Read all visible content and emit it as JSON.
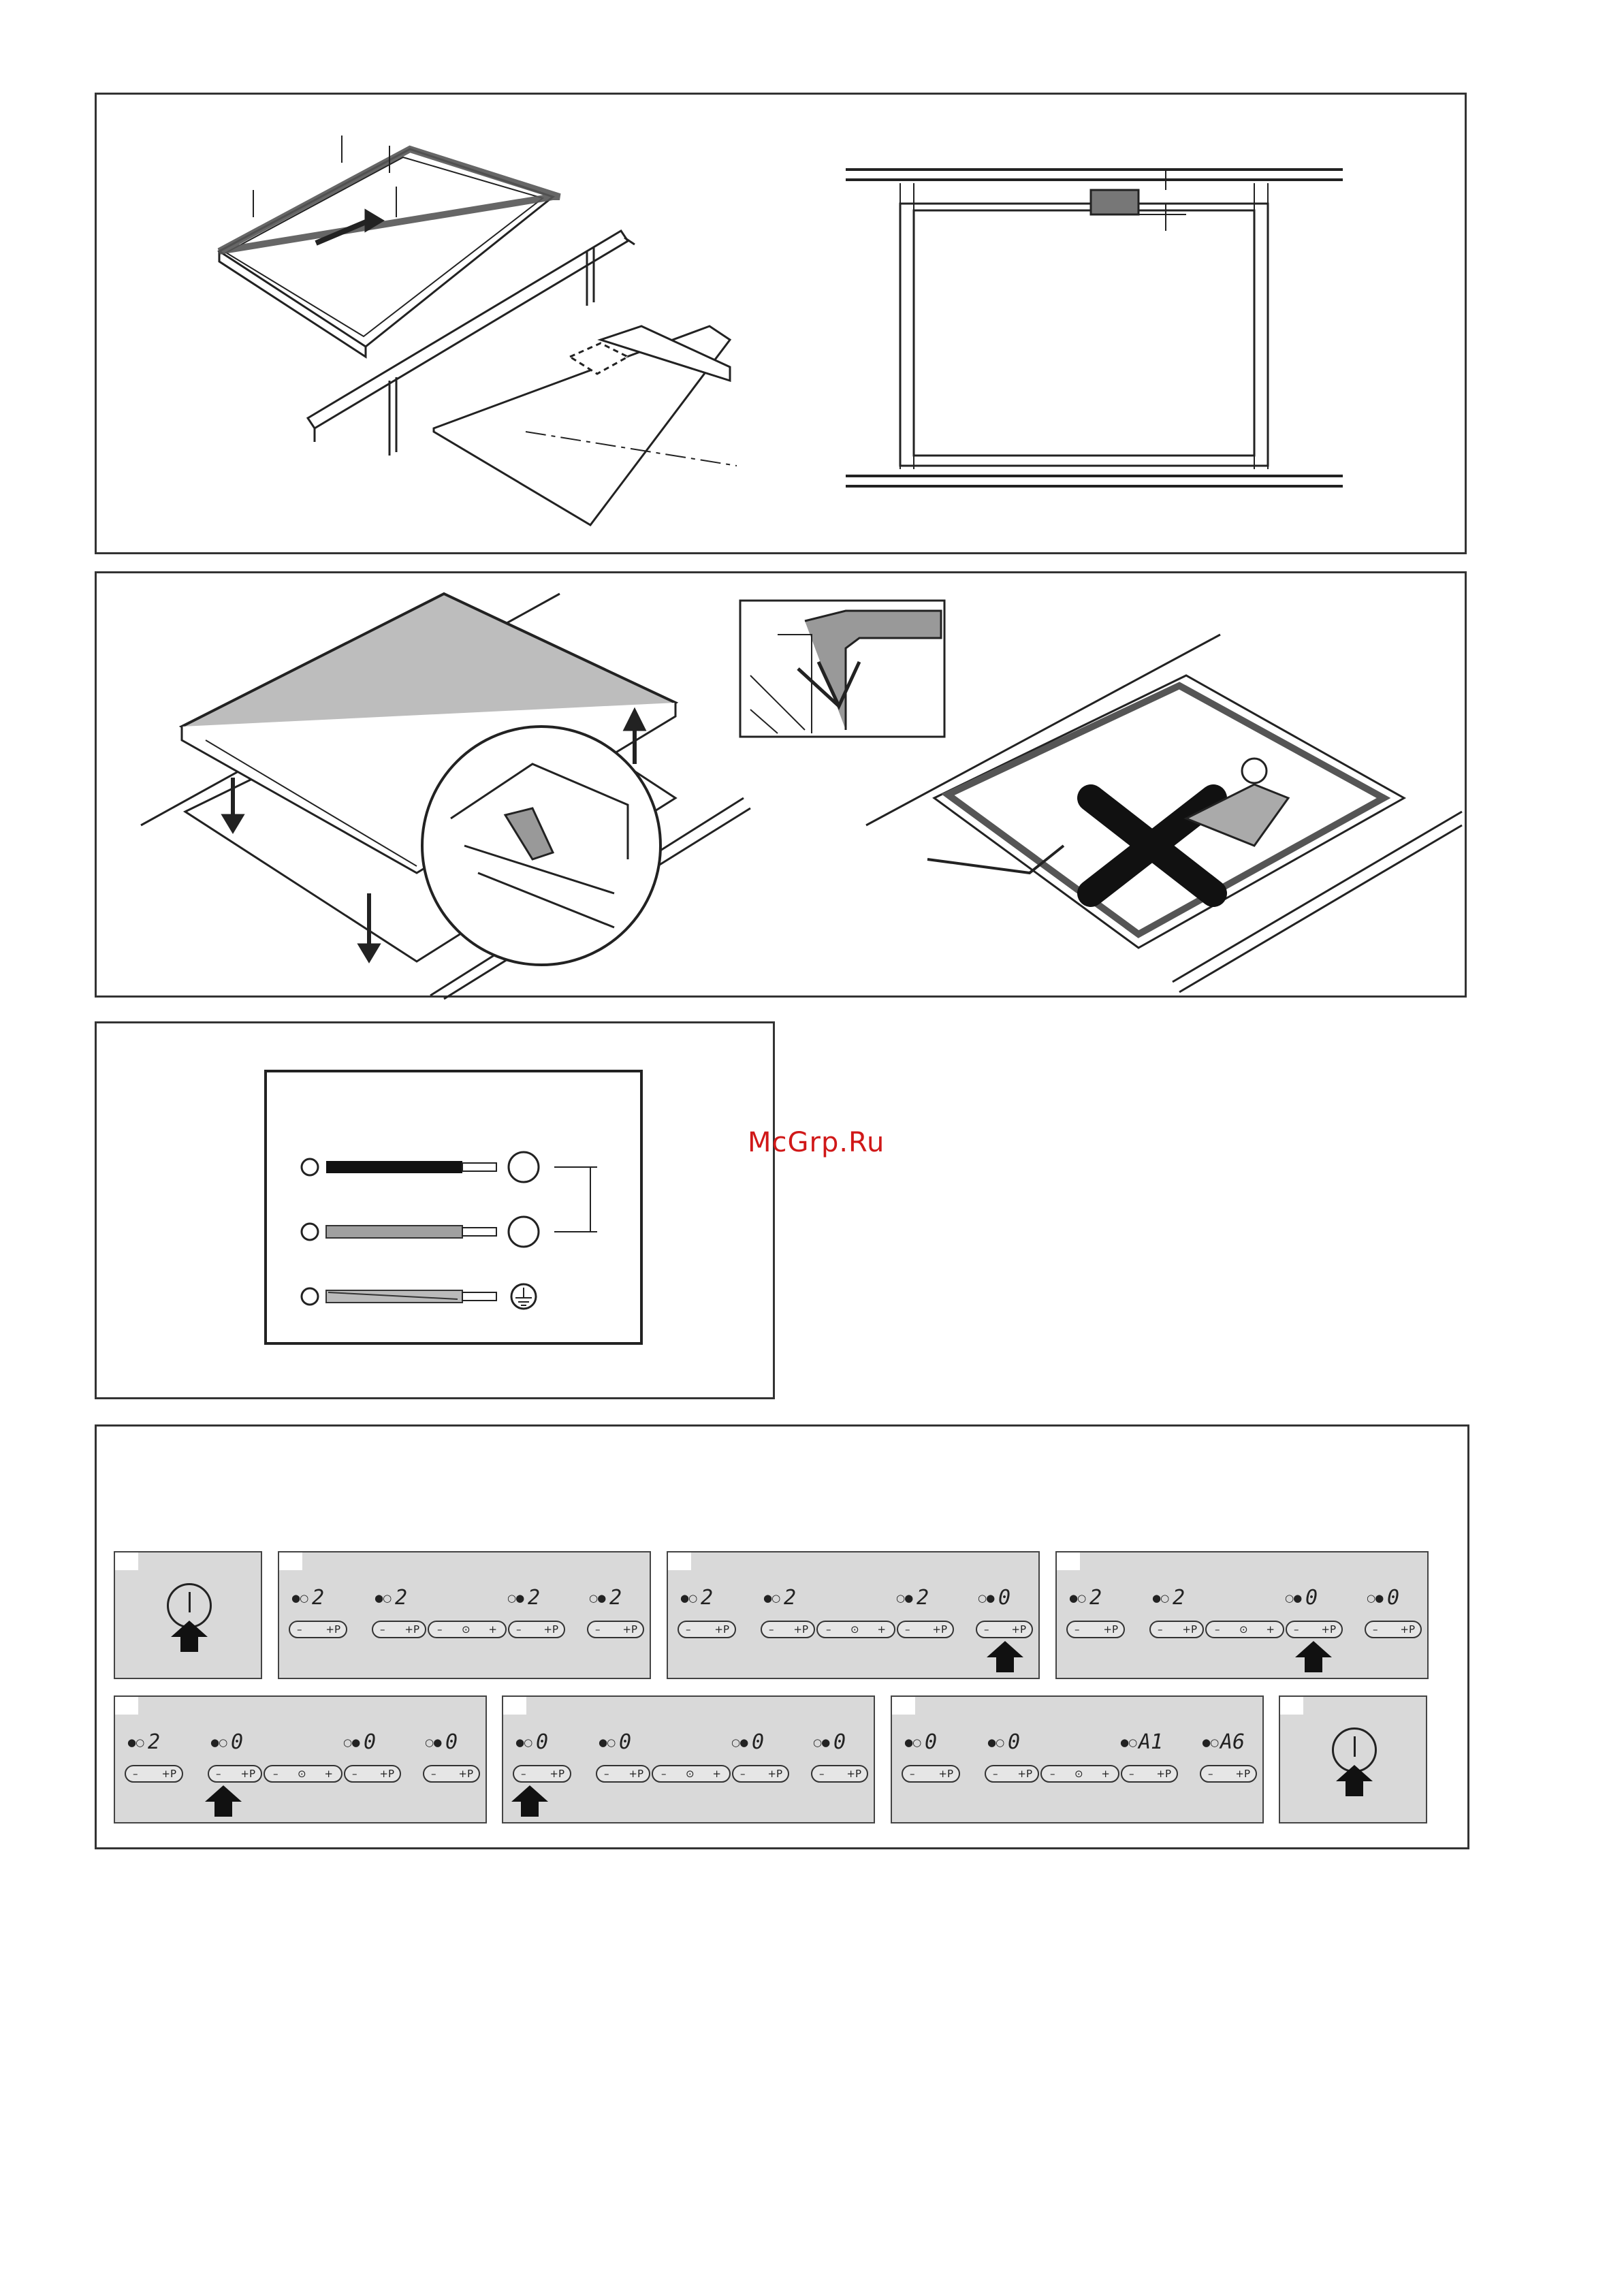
{
  "watermark": "McGrp.Ru",
  "icons": {
    "power": "power-icon",
    "arrow": "up-arrow-icon",
    "timer": "timer-icon",
    "ground": "ground-icon"
  },
  "colors": {
    "panel": "#d9d9d9",
    "frame": "#333333",
    "watermark": "#d01818",
    "cable_dark": "#111111",
    "cable_grey": "#a0a0a0"
  },
  "controls": {
    "minus": "–",
    "plus_p": "+P",
    "plus": "+"
  },
  "panels": [
    {
      "zones": []
    },
    {
      "zones": [
        {
          "dots": "●○",
          "value": "2"
        },
        {
          "dots": "●○",
          "value": "2"
        },
        {
          "dots": "○●",
          "value": "2"
        },
        {
          "dots": "○●",
          "value": "2"
        }
      ]
    },
    {
      "zones": [
        {
          "dots": "●○",
          "value": "2"
        },
        {
          "dots": "●○",
          "value": "2"
        },
        {
          "dots": "○●",
          "value": "2"
        },
        {
          "dots": "○●",
          "value": "0"
        }
      ]
    },
    {
      "zones": [
        {
          "dots": "●○",
          "value": "2"
        },
        {
          "dots": "●○",
          "value": "2"
        },
        {
          "dots": "○●",
          "value": "0"
        },
        {
          "dots": "○●",
          "value": "0"
        }
      ]
    },
    {
      "zones": [
        {
          "dots": "●○",
          "value": "2"
        },
        {
          "dots": "●○",
          "value": "0"
        },
        {
          "dots": "○●",
          "value": "0"
        },
        {
          "dots": "○●",
          "value": "0"
        }
      ]
    },
    {
      "zones": [
        {
          "dots": "●○",
          "value": "0"
        },
        {
          "dots": "●○",
          "value": "0"
        },
        {
          "dots": "○●",
          "value": "0"
        },
        {
          "dots": "○●",
          "value": "0"
        }
      ]
    },
    {
      "zones": [
        {
          "dots": "●○",
          "value": "0"
        },
        {
          "dots": "●○",
          "value": "0"
        },
        {
          "dots": "●○",
          "value": "A1"
        },
        {
          "dots": "●○",
          "value": "A6"
        }
      ]
    },
    {
      "zones": []
    }
  ]
}
